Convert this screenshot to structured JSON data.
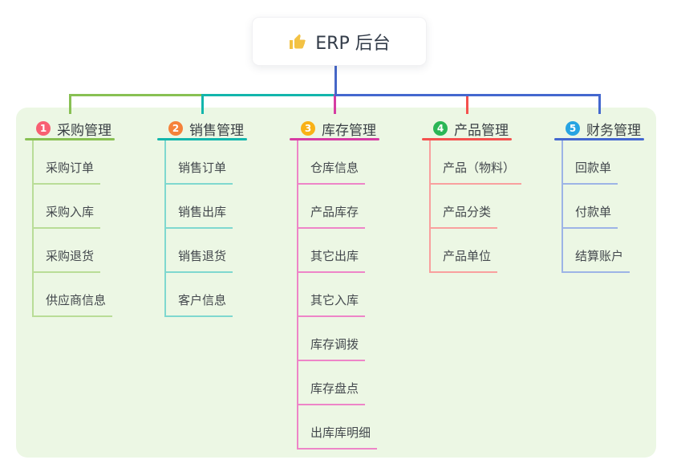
{
  "root": {
    "label": "ERP 后台",
    "icon": "thumbs-up-icon",
    "icon_color": "#f3c244"
  },
  "colors": {
    "root_connector": "#4667c8",
    "panel_background": "#ecf7e4",
    "page_background": "#ffffff",
    "text": "#3a4045"
  },
  "branches": [
    {
      "number": "1",
      "label": "采购管理",
      "color": "#88c053",
      "child_color": "#b9dd97",
      "badge_color": "#f85f72",
      "children": [
        "采购订单",
        "采购入库",
        "采购退货",
        "供应商信息"
      ]
    },
    {
      "number": "2",
      "label": "销售管理",
      "color": "#13b6ac",
      "child_color": "#7fd8cf",
      "badge_color": "#f5823a",
      "children": [
        "销售订单",
        "销售出库",
        "销售退货",
        "客户信息"
      ]
    },
    {
      "number": "3",
      "label": "库存管理",
      "color": "#d63ca3",
      "child_color": "#ee85c8",
      "badge_color": "#f9b116",
      "children": [
        "仓库信息",
        "产品库存",
        "其它出库",
        "其它入库",
        "库存调拨",
        "库存盘点",
        "出库库明细"
      ]
    },
    {
      "number": "4",
      "label": "产品管理",
      "color": "#f4514e",
      "child_color": "#f9a09e",
      "badge_color": "#2bb656",
      "children": [
        "产品（物料）",
        "产品分类",
        "产品单位"
      ]
    },
    {
      "number": "5",
      "label": "财务管理",
      "color": "#4468cf",
      "child_color": "#9db4e6",
      "badge_color": "#27a4e2",
      "children": [
        "回款单",
        "付款单",
        "结算账户"
      ]
    }
  ]
}
